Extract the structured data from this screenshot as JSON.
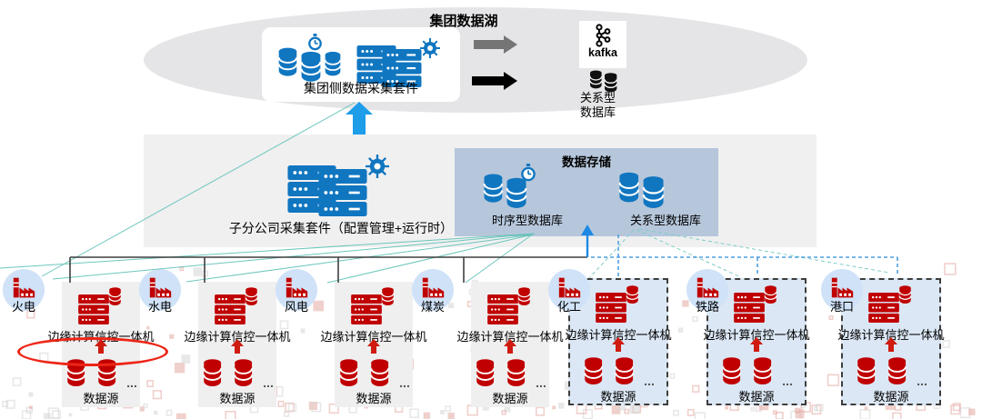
{
  "lake": {
    "title": "集团数据湖",
    "suite_label": "集团侧数据采集套件"
  },
  "kafka_label": "kafka",
  "rdb_top": {
    "line1": "关系型",
    "line2": "数据库"
  },
  "band": {
    "suite_label": "子分公司采集套件（配置管理+运行时）",
    "storage_title": "数据存储",
    "tsdb_label": "时序型数据库",
    "rdb_label": "关系型数据库"
  },
  "edge": {
    "device_label": "边缘计算信控一体机",
    "datasource_label": "数据源",
    "dots": "..."
  },
  "sites": [
    {
      "name": "火电",
      "variant": "solid",
      "highlight": true,
      "dots_middle": false
    },
    {
      "name": "水电",
      "variant": "solid",
      "highlight": false,
      "dots_middle": false
    },
    {
      "name": "风电",
      "variant": "solid",
      "highlight": false,
      "dots_middle": false
    },
    {
      "name": "煤炭",
      "variant": "solid",
      "highlight": false,
      "dots_middle": false
    },
    {
      "name": "化工",
      "variant": "dashed",
      "highlight": false,
      "dots_middle": false
    },
    {
      "name": "铁路",
      "variant": "dashed",
      "highlight": false,
      "dots_middle": false
    },
    {
      "name": "港口",
      "variant": "dashed",
      "highlight": false,
      "dots_middle": true
    }
  ],
  "colors": {
    "icon_blue": "#1076c0",
    "icon_red": "#c00000",
    "teal_line": "#5ec1b6",
    "dashed_blue": "#4f9fe0",
    "highlight_red": "#ed2517",
    "storage_bg": "#b6c7dc",
    "arrow_blue": "#1e9de9"
  }
}
